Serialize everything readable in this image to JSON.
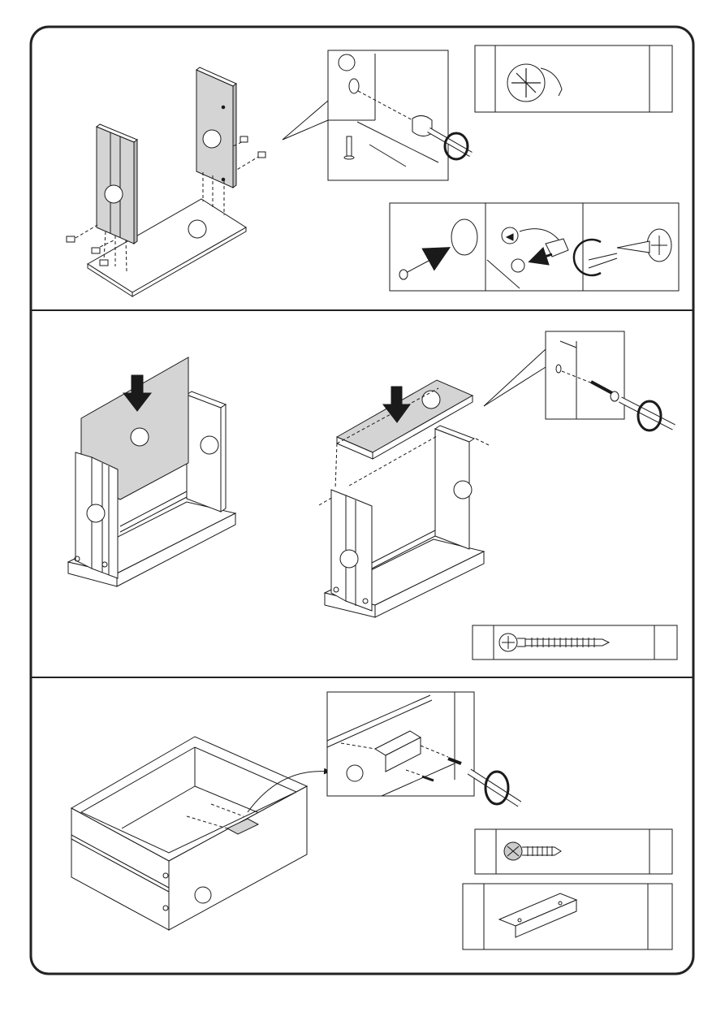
{
  "page": {
    "description_visible_text": "",
    "sections": [
      {
        "id": "step-1",
        "part_callouts": [
          "",
          "",
          "",
          ""
        ],
        "parts_box_label": "",
        "cam_steps_label": ""
      },
      {
        "id": "step-2",
        "part_callouts": [
          "",
          "",
          "",
          "",
          "",
          "",
          ""
        ],
        "screw_box_label": ""
      },
      {
        "id": "step-3",
        "part_callouts": [
          "",
          ""
        ],
        "screw_box_label": "",
        "bracket_box_label": ""
      }
    ]
  },
  "icons": {
    "arrow": "down-arrow-icon",
    "rotation": "rotate-clockwise-icon",
    "screwdriver": "screwdriver-icon"
  },
  "colors": {
    "line": "#1a1a1a",
    "panel_fill": "#d4d4d4",
    "frame": "#222222"
  }
}
